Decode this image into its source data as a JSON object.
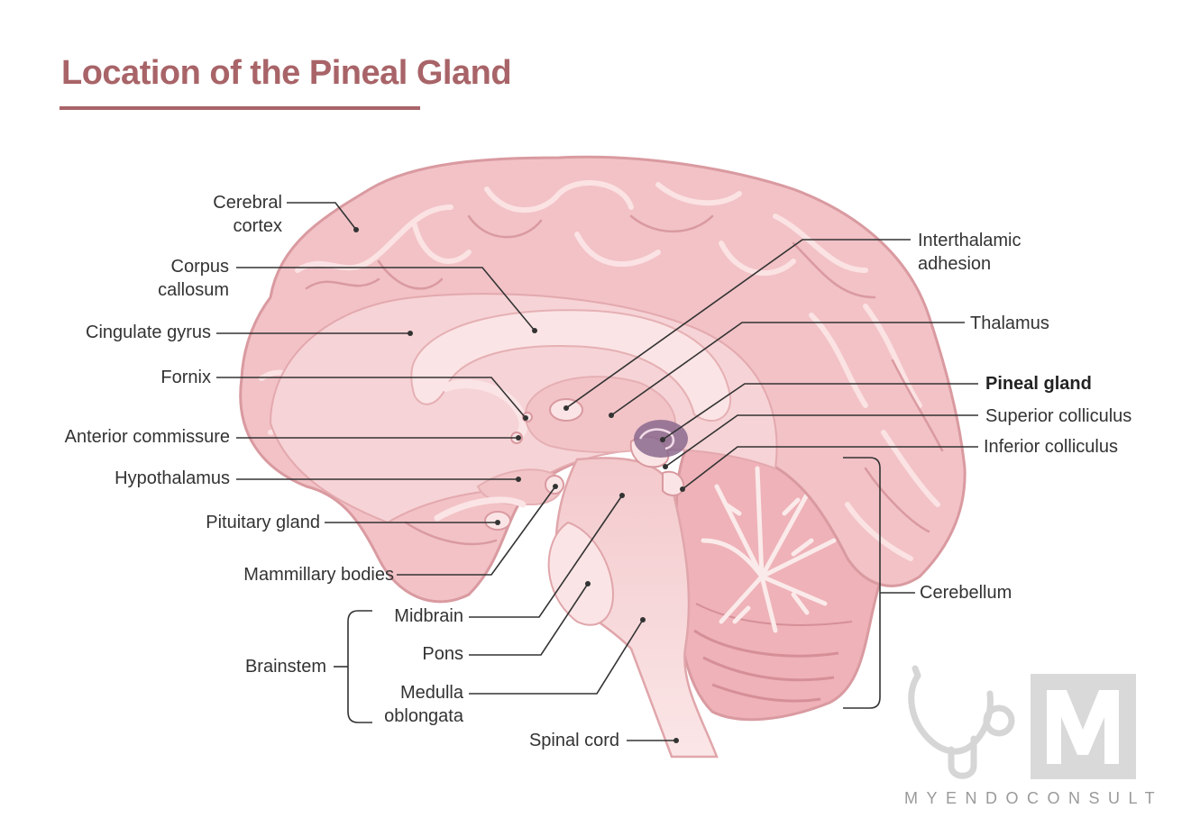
{
  "title": "Location of the Pineal Gland",
  "brand": {
    "name": "MYENDOCONSULT",
    "letter": "M",
    "logo_icon": "stethoscope-icon"
  },
  "colors": {
    "title": "#a86468",
    "brain_fill": "#f2c2c6",
    "brain_stroke": "#d99aa0",
    "inner_fill": "#f6d3d6",
    "highlight": "#fbe4e5",
    "pineal": "#8b6a8e",
    "leader": "#333333"
  },
  "labels": {
    "cerebral_cortex": [
      "Cerebral",
      "cortex"
    ],
    "corpus_callosum": [
      "Corpus",
      "callosum"
    ],
    "cingulate_gyrus": "Cingulate gyrus",
    "fornix": "Fornix",
    "anterior_commissure": "Anterior commissure",
    "hypothalamus": "Hypothalamus",
    "pituitary_gland": "Pituitary gland",
    "mammillary_bodies": "Mammillary bodies",
    "brainstem": "Brainstem",
    "midbrain": "Midbrain",
    "pons": "Pons",
    "medulla_oblongata": [
      "Medulla",
      "oblongata"
    ],
    "spinal_cord": "Spinal cord",
    "interthalamic_adhesion": [
      "Interthalamic",
      "adhesion"
    ],
    "thalamus": "Thalamus",
    "pineal_gland": "Pineal gland",
    "superior_colliculus": "Superior colliculus",
    "inferior_colliculus": "Inferior colliculus",
    "cerebellum": "Cerebellum"
  }
}
